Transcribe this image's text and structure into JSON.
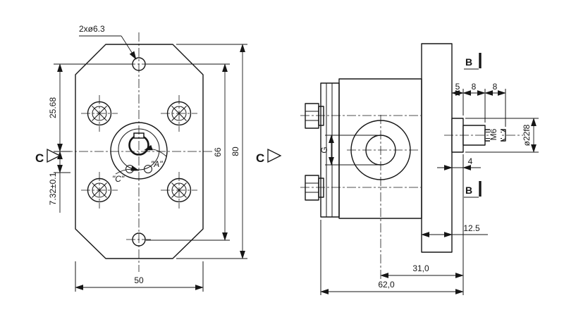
{
  "front_view": {
    "section_label": "C",
    "dim_top_holes": "2xø6.3",
    "dim_left_upper": "25.68",
    "dim_left_lower": "7.32±0.1",
    "dim_hole_spacing": "66",
    "dim_height": "80",
    "dim_width": "50",
    "label_a": "\"A\"",
    "label_c": "\"C\""
  },
  "side_view": {
    "section_label": "C",
    "section_b_top": "B",
    "section_b_bottom": "B",
    "dim_step_5": "5",
    "dim_step_8a": "8",
    "dim_step_8b": "8",
    "thread_label": "M6",
    "dim_shaft_dia": "ø22f8",
    "dim_boss_4": "4",
    "dim_flange_12_5": "12.5",
    "dim_31": "31,0",
    "dim_62": "62,0",
    "port_label": "G"
  }
}
